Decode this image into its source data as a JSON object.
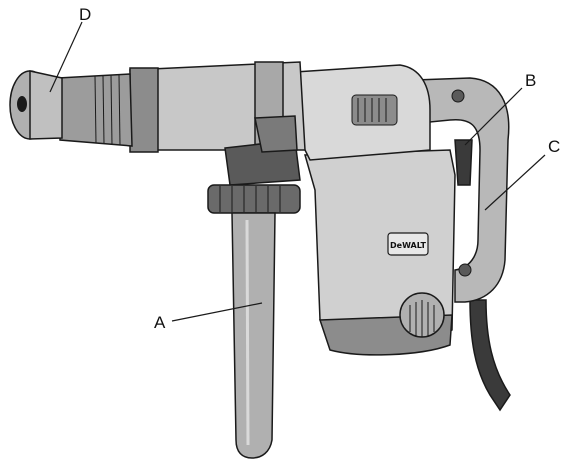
{
  "figure": {
    "labels": {
      "a": "A",
      "b": "B",
      "c": "C",
      "d": "D"
    },
    "brand": "DeWALT"
  },
  "colors": {
    "body_light": "#d9d9d9",
    "body_mid": "#b8b8b8",
    "body_dark": "#8c8c8c",
    "shadow": "#5a5a5a",
    "outline": "#1a1a1a",
    "background": "#ffffff"
  }
}
